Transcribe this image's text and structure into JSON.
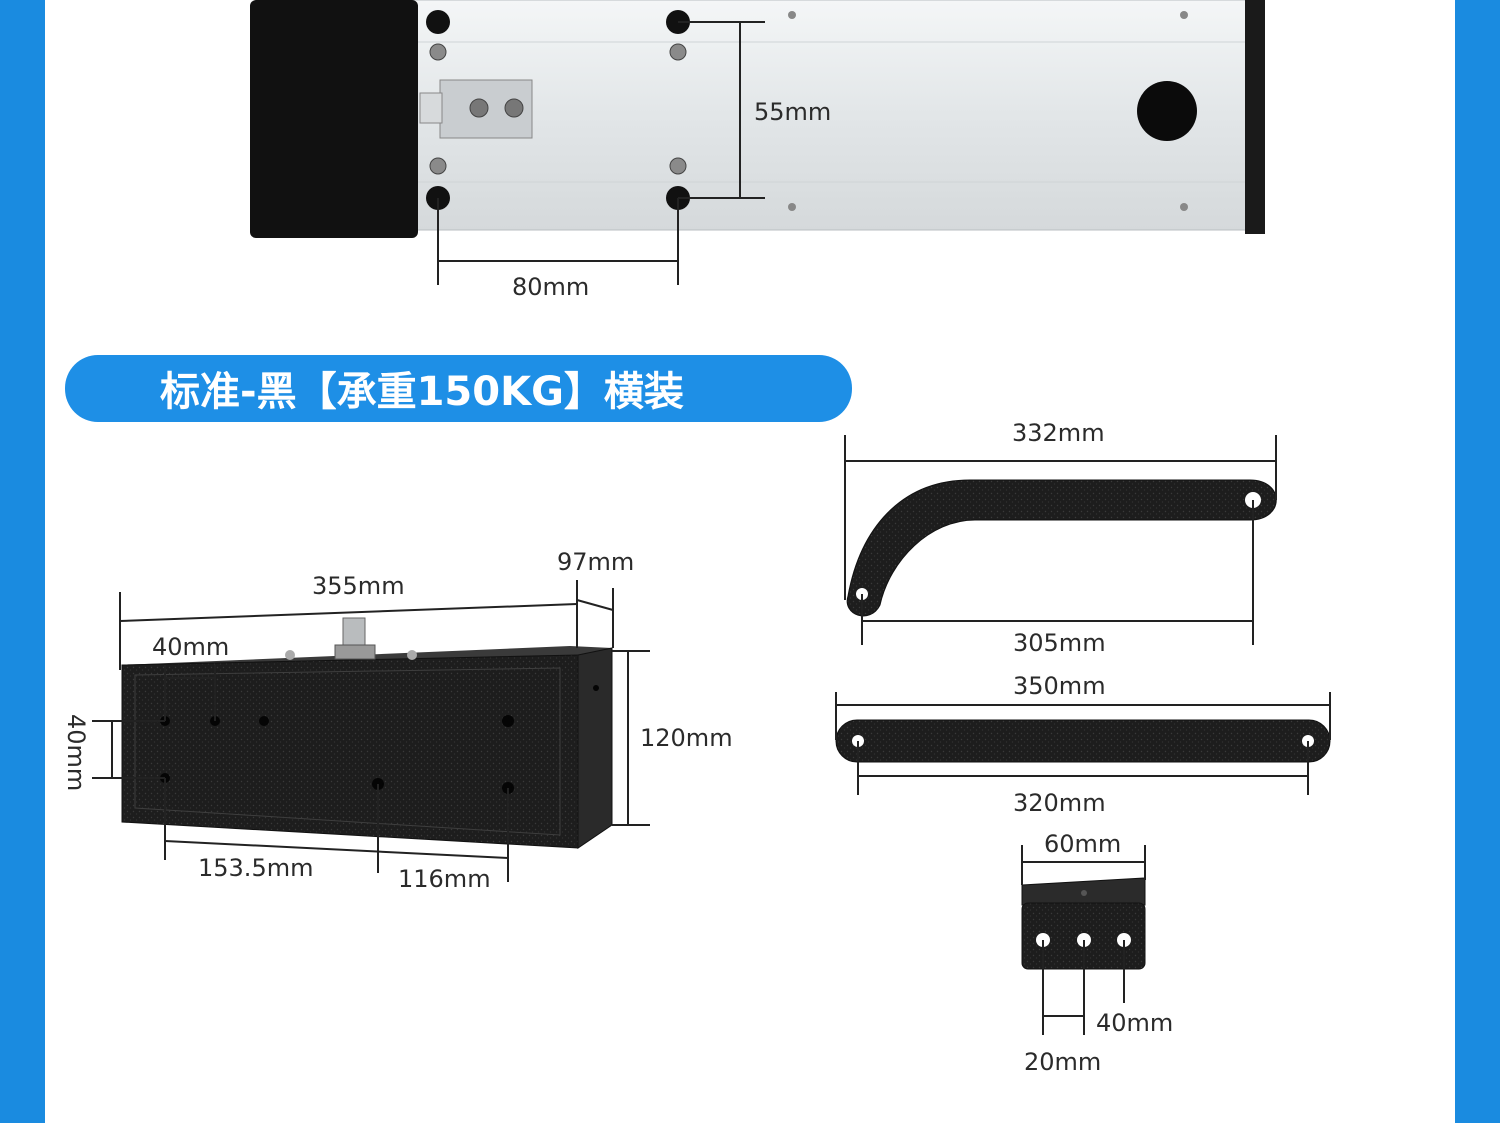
{
  "colors": {
    "brand_blue": "#1a8be0",
    "banner_blue": "#1e8fe6",
    "part_black": "#1c1c1c",
    "rail_silver": "#e6e9ea"
  },
  "top_rail": {
    "hole_spacing_vertical": "55mm",
    "hole_spacing_horizontal": "80mm"
  },
  "banner": {
    "title": "标准-黑【承重150KG】横装"
  },
  "motor_box": {
    "length": "355mm",
    "depth": "97mm",
    "height": "120mm",
    "hole_pitch_top": "40mm",
    "hole_pitch_side": "40mm",
    "offset_a": "153.5mm",
    "offset_b": "116mm"
  },
  "curved_arm": {
    "overall": "332mm",
    "hole_center": "305mm"
  },
  "straight_arm": {
    "overall": "350mm",
    "hole_center": "320mm"
  },
  "bracket": {
    "width": "60mm",
    "hole_pitch_a": "40mm",
    "hole_pitch_b": "20mm"
  }
}
